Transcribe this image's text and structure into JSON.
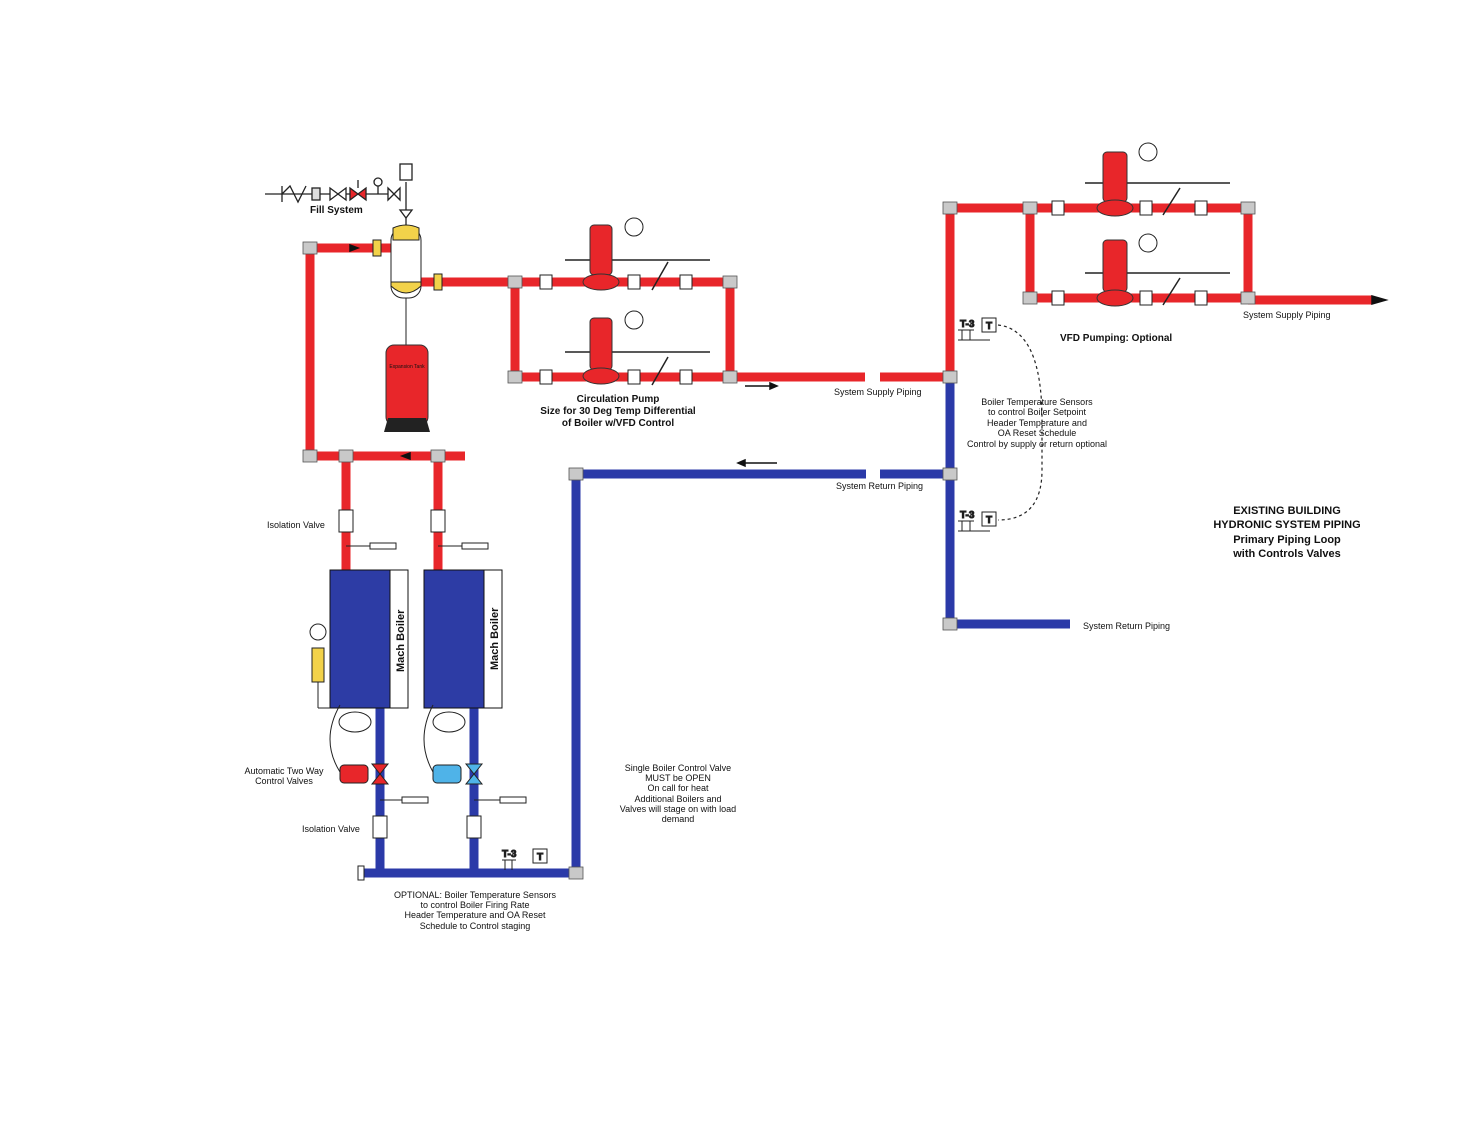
{
  "colors": {
    "supply": "#e8262a",
    "return": "#2b3aa8",
    "boiler": "#2d3ca5",
    "valve_blue": "#4fb3e8",
    "tank_yellow": "#f2d24a",
    "fitting": "#c9c9c9"
  },
  "labels": {
    "fill_system": "Fill System",
    "expansion_tank": "Expansion Tank",
    "circ_pump_1": "Circulation Pump",
    "circ_pump_2": "Size for 30 Deg Temp Differential",
    "circ_pump_3": "of Boiler w/VFD Control",
    "supply_piping_mid": "System Supply Piping",
    "supply_piping_right": "System Supply Piping",
    "return_piping_mid": "System Return Piping",
    "return_piping_right": "System Return Piping",
    "vfd_pumping": "VFD Pumping:  Optional",
    "sensor_text": [
      "Boiler Temperature Sensors",
      "to control Boiler Setpoint",
      "Header Temperature and",
      "OA Reset Schedule",
      "Control by supply or return optional"
    ],
    "title_lines": [
      "EXISTING BUILDING",
      "HYDRONIC SYSTEM PIPING",
      "Primary Piping  Loop",
      "with Controls Valves"
    ],
    "isolation_valve_top": "Isolation Valve",
    "isolation_valve_bottom": "Isolation Valve",
    "auto_valve_1": "Automatic Two Way",
    "auto_valve_2": "Control Valves",
    "boiler_1": "Mach Boiler",
    "boiler_2": "Mach Boiler",
    "single_boiler_text": [
      "Single Boiler Control Valve",
      "MUST be OPEN",
      "On call for heat",
      "Additional Boilers and",
      "Valves will stage on with load",
      "demand"
    ],
    "optional_text": [
      "OPTIONAL: Boiler Temperature Sensors",
      "to control Boiler Firing Rate",
      "Header Temperature and OA Reset",
      "Schedule to Control staging"
    ],
    "sensor_tag": "T-3",
    "thermostat_letter": "T"
  }
}
